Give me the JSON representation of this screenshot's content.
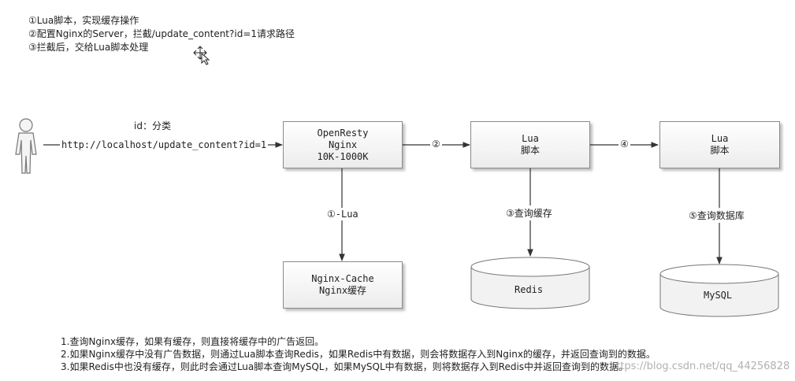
{
  "notes": [
    "①Lua脚本，实现缓存操作",
    "②配置Nginx的Server，拦截/update_content?id=1请求路径",
    "③拦截后，交给Lua脚本处理"
  ],
  "request": {
    "label": "id：分类",
    "url": "http://localhost/update_content?id=1"
  },
  "boxes": {
    "openresty": [
      "OpenResty",
      "Nginx",
      "10K-1000K"
    ],
    "lua1": [
      "Lua",
      "脚本"
    ],
    "lua2": [
      "Lua",
      "脚本"
    ],
    "nginx_cache": [
      "Nginx-Cache",
      "Nginx缓存"
    ]
  },
  "databases": {
    "redis": "Redis",
    "mysql": "MySQL"
  },
  "edges": {
    "step2": "②",
    "step4": "④",
    "step1_lua": "①-Lua",
    "step3_cache": "③查询缓存",
    "step5_db": "⑤查询数据库"
  },
  "bottom_notes": [
    "1.查询Nginx缓存，如果有缓存，则直接将缓存中的广告返回。",
    "2.如果Nginx缓存中没有广告数据，则通过Lua脚本查询Redis，如果Redis中有数据，则会将数据存入到Nginx的缓存，并返回查询到的数据。",
    "3.如果Redis中也没有缓存，则此时会通过Lua脚本查询MySQL，如果MySQL中有数据，则将数据存入到Redis中并返回查询到的数据。"
  ],
  "watermark": "https://blog.csdn.net/qq_44256828"
}
